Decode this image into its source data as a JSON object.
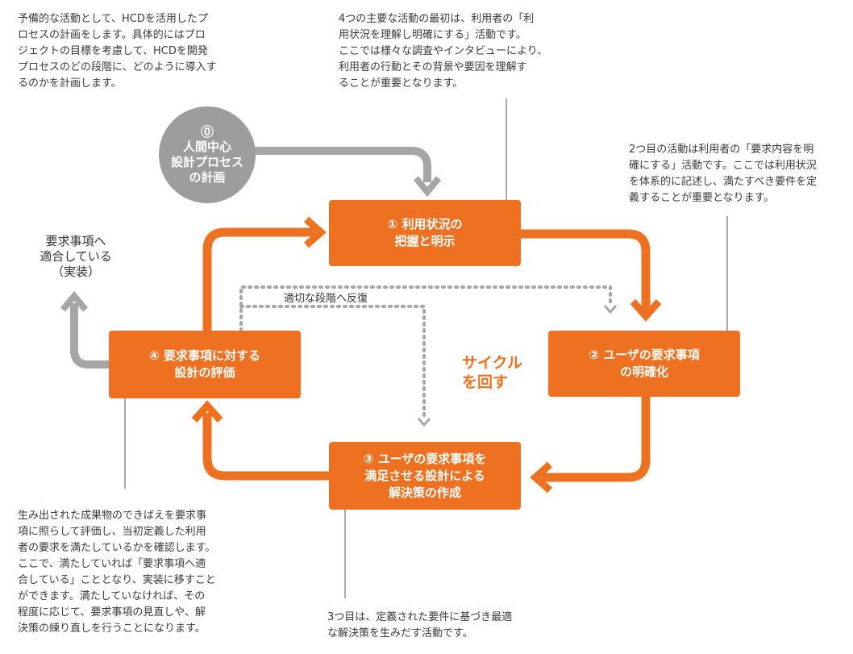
{
  "colors": {
    "accent": "#ee7121",
    "step0": "#9d9d9d",
    "gray_arrow": "#a6a6a6",
    "dotted": "#a6a6a6",
    "leader": "#555555"
  },
  "diagram": {
    "step0": {
      "number": "⓪",
      "lines": [
        "人間中心",
        "設計プロセス",
        "の計画"
      ]
    },
    "step1": {
      "lines": [
        "① 利用状況の",
        "把握と明示"
      ]
    },
    "step2": {
      "lines": [
        "② ユーザの要求事項",
        "の明確化"
      ]
    },
    "step3": {
      "lines": [
        "③ ユーザの要求事項を",
        "満足させる設計による",
        "解決策の作成"
      ]
    },
    "step4": {
      "lines": [
        "④ 要求事項に対する",
        "設計の評価"
      ]
    },
    "cycle_label": {
      "lines": [
        "サイクル",
        "を回す"
      ]
    },
    "implement_label": {
      "lines": [
        "要求事項へ",
        "適合している",
        "（実装）"
      ]
    },
    "dotted_label": "適切な段階へ反復"
  },
  "notes": {
    "planning": {
      "lines": [
        "予備的な活動として、HCDを活用したプ",
        "ロセスの計画をします。具体的にはプロ",
        "ジェクトの目標を考慮して、HCDを開発",
        "プロセスのどの段階に、どのように導入す",
        "るのかを計画します。"
      ]
    },
    "step1": {
      "lines": [
        "4つの主要な活動の最初は、利用者の「利",
        "用状況を理解し明確にする」活動です。",
        "ここでは様々な調査やインタビューにより、",
        "利用者の行動とその背景や要因を理解す",
        "ることが重要となります。"
      ]
    },
    "step2": {
      "lines": [
        "2つ目の活動は利用者の「要求内容を明",
        "確にする」活動です。ここでは利用状況",
        "を体系的に記述し、満たすべき要件を定",
        "義することが重要となります。"
      ]
    },
    "step3": {
      "lines": [
        "3つ目は、定義された要件に基づき最適",
        "な解決策を生みだす活動です。"
      ]
    },
    "step4": {
      "lines": [
        "生み出された成果物のできばえを要求事",
        "項に照らして評価し、当初定義した利用",
        "者の要求を満たしているかを確認します。",
        "ここで、満たしていれば「要求事項へ適",
        "合している」こととなり、実装に移すこと",
        "ができます。満たしていなければ、その",
        "程度に応じて、要求事項の見直しや、解",
        "決策の練り直しを行うことになります。"
      ]
    }
  }
}
